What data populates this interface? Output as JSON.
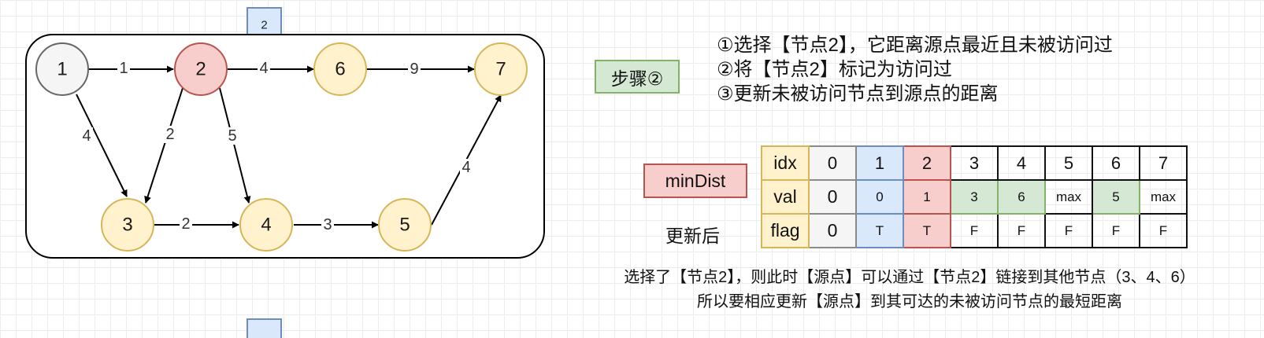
{
  "graph": {
    "nodes": [
      {
        "id": "n1",
        "label": "1",
        "state": "source"
      },
      {
        "id": "n2",
        "label": "2",
        "state": "selected"
      },
      {
        "id": "n3",
        "label": "3",
        "state": "unvisited"
      },
      {
        "id": "n4",
        "label": "4",
        "state": "unvisited"
      },
      {
        "id": "n5",
        "label": "5",
        "state": "unvisited"
      },
      {
        "id": "n6",
        "label": "6",
        "state": "unvisited"
      },
      {
        "id": "n7",
        "label": "7",
        "state": "unvisited"
      }
    ],
    "edges": [
      {
        "from": "1",
        "to": "2",
        "weight": "1"
      },
      {
        "from": "2",
        "to": "6",
        "weight": "4"
      },
      {
        "from": "6",
        "to": "7",
        "weight": "9"
      },
      {
        "from": "1",
        "to": "3",
        "weight": "4"
      },
      {
        "from": "2",
        "to": "3",
        "weight": "2"
      },
      {
        "from": "2",
        "to": "4",
        "weight": "5"
      },
      {
        "from": "3",
        "to": "4",
        "weight": "2"
      },
      {
        "from": "4",
        "to": "5",
        "weight": "3"
      },
      {
        "from": "5",
        "to": "7",
        "weight": "4"
      }
    ],
    "top_marker": "2"
  },
  "colors": {
    "source_fill": "#f5f5f5",
    "source_stroke": "#666666",
    "selected_fill": "#f8cecc",
    "selected_stroke": "#b85450",
    "unvisited_fill": "#fff2cc",
    "unvisited_stroke": "#d6b656",
    "visited_fill": "#dae8fc",
    "visited_stroke": "#6c8ebf",
    "updated_fill": "#d5e8d4",
    "updated_stroke": "#82b366"
  },
  "step": {
    "badge": "步骤②",
    "lines": [
      "①选择【节点2】，它距离源点最近且未被访问过",
      "②将【节点2】标记为访问过",
      "③更新未被访问节点到源点的距离"
    ]
  },
  "table": {
    "name": "minDist",
    "after_label": "更新后",
    "row_labels": {
      "idx": "idx",
      "val": "val",
      "flag": "flag"
    },
    "idx": [
      "0",
      "1",
      "2",
      "3",
      "4",
      "5",
      "6",
      "7"
    ],
    "val": [
      "0",
      "0",
      "1",
      "3",
      "6",
      "max",
      "5",
      "max"
    ],
    "flag": [
      "0",
      "T",
      "T",
      "F",
      "F",
      "F",
      "F",
      "F"
    ]
  },
  "note": {
    "line1": "选择了【节点2】，则此时【源点】可以通过【节点2】链接到其他节点（3、4、6）",
    "line2": "所以要相应更新【源点】到其可达的未被访问节点的最短距离"
  }
}
